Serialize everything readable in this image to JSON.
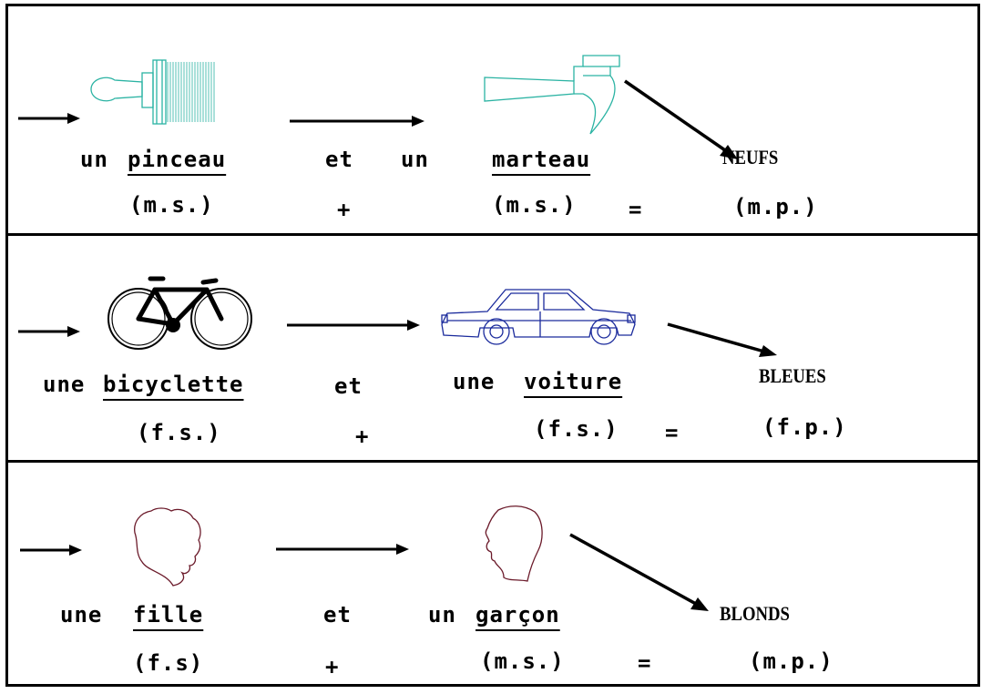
{
  "rows": [
    {
      "art1": "paintbrush-drawing",
      "art2": "hammer-drawing",
      "det1": "un",
      "noun1": "pinceau",
      "conj": "et",
      "det2": "un",
      "noun2": "marteau",
      "result": "NEUFS",
      "g1": "(m.s.)",
      "plus": "+",
      "g2": "(m.s.)",
      "eq": "=",
      "g3": "(m.p.)"
    },
    {
      "art1": "bicycle-drawing",
      "art2": "car-drawing",
      "det1": "une",
      "noun1": "bicyclette",
      "conj": "et",
      "det2": "une",
      "noun2": "voiture",
      "result": "BLEUES",
      "g1": "(f.s.)",
      "plus": "+",
      "g2": "(f.s.)",
      "eq": "=",
      "g3": "(f.p.)"
    },
    {
      "art1": "girl-head-drawing",
      "art2": "boy-head-drawing",
      "det1": "une",
      "noun1": "fille",
      "conj": "et",
      "det2": "un",
      "noun2": "garçon",
      "result": "BLONDS",
      "g1": "(f.s)",
      "plus": "+",
      "g2": "(m.s.)",
      "eq": "=",
      "g3": "(m.p.)"
    }
  ],
  "colors": {
    "brush": "#2bb3a3",
    "car": "#1a2a9c",
    "head": "#6b1a2a"
  }
}
